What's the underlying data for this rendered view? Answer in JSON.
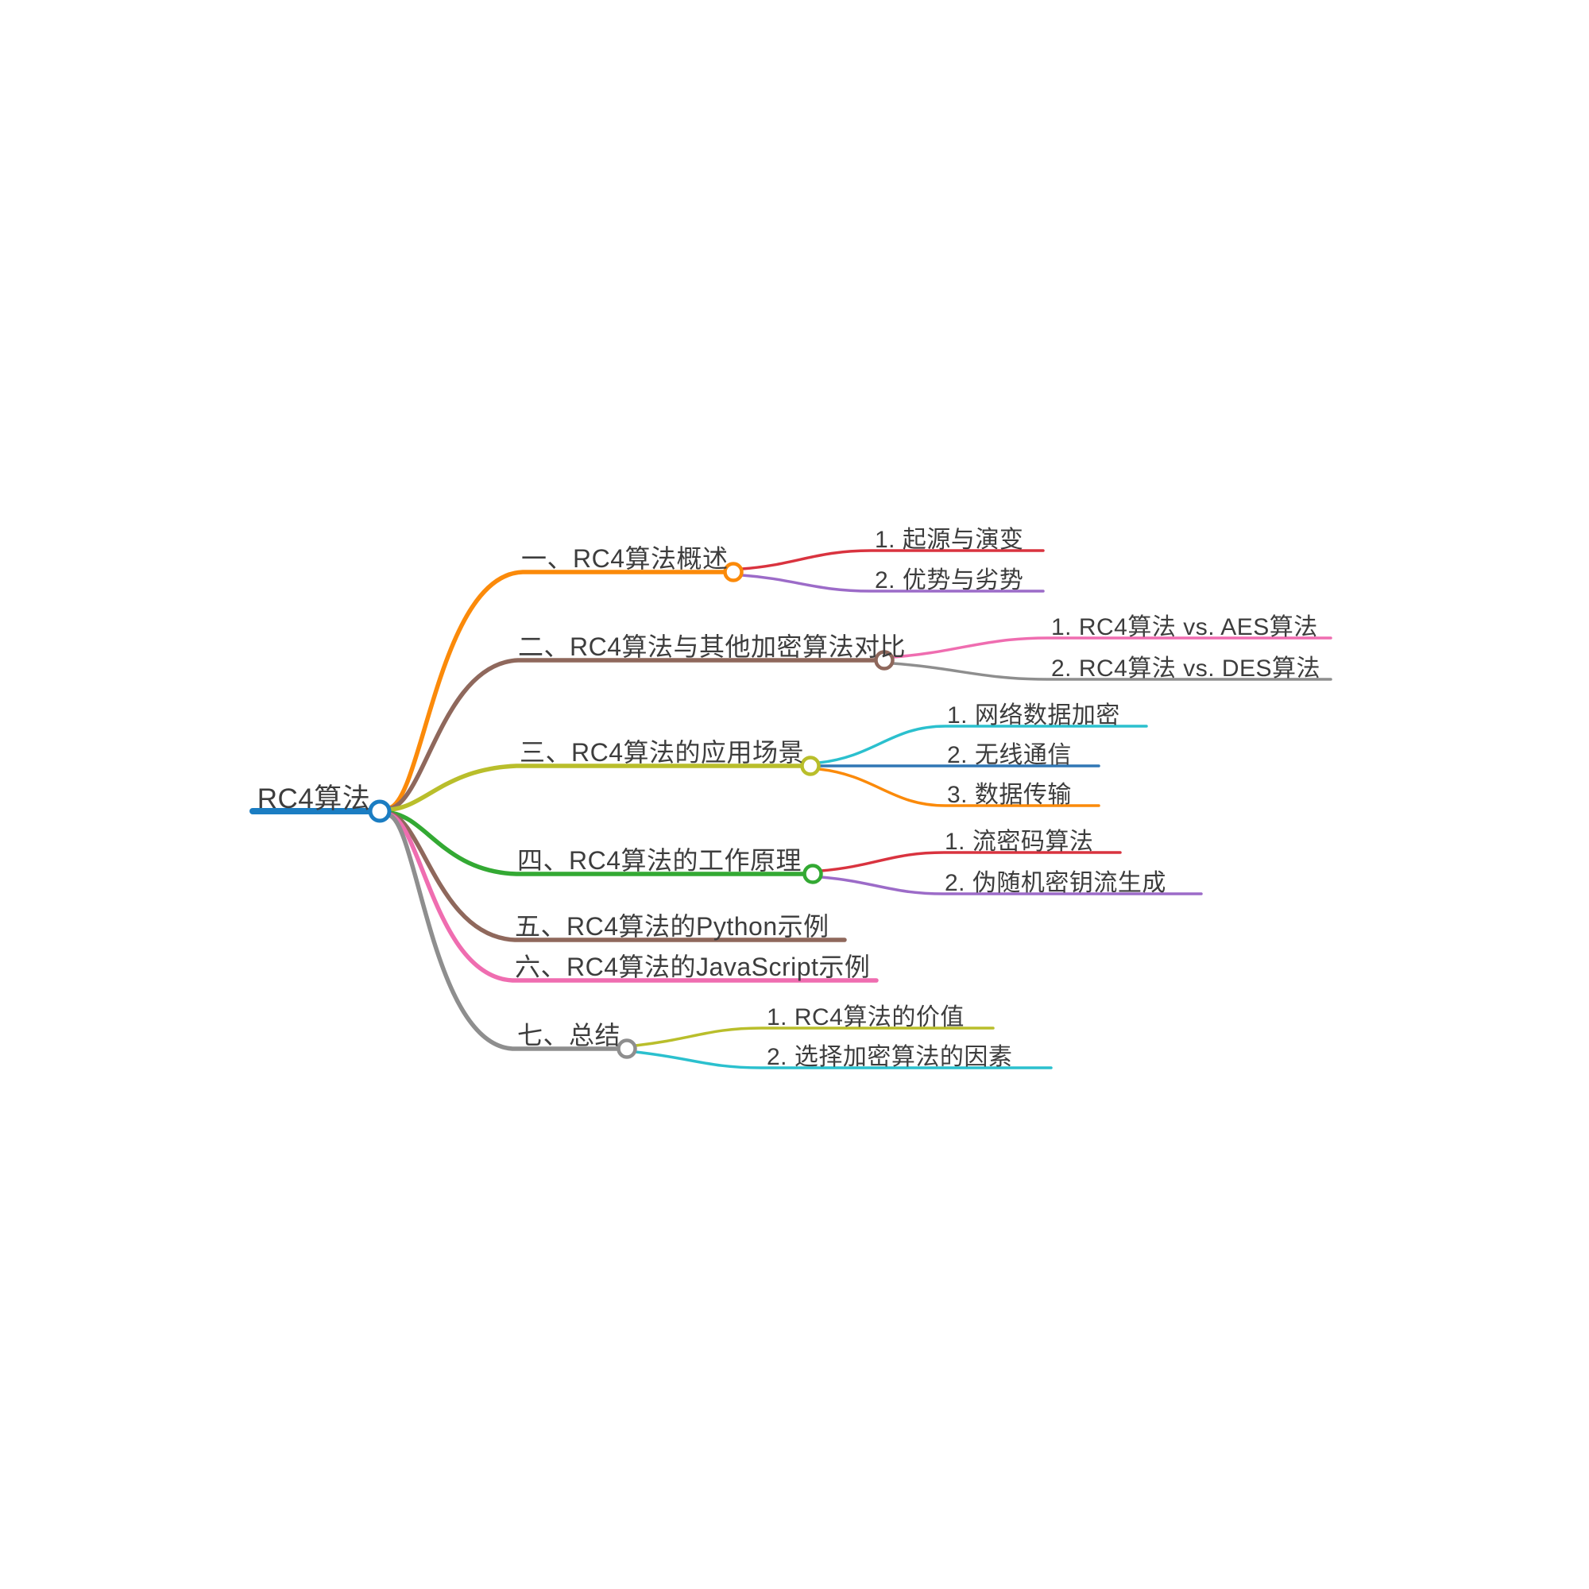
{
  "root": {
    "label": "RC4算法",
    "color": "#1b7dc2"
  },
  "text_color": "#3d3d3d",
  "background_color": "#ffffff",
  "branches": [
    {
      "label": "一、RC4算法概述",
      "color": "#fb8a0a",
      "children": [
        {
          "label": "1. 起源与演变",
          "color": "#d9333f"
        },
        {
          "label": "2. 优势与劣势",
          "color": "#9c6bc8"
        }
      ]
    },
    {
      "label": "二、RC4算法与其他加密算法对比",
      "color": "#8f685c",
      "children": [
        {
          "label": "1. RC4算法 vs. AES算法",
          "color": "#ef6db0"
        },
        {
          "label": "2. RC4算法 vs. DES算法",
          "color": "#8e8e8e"
        }
      ]
    },
    {
      "label": "三、RC4算法的应用场景",
      "color": "#b9be2b",
      "children": [
        {
          "label": "1. 网络数据加密",
          "color": "#2bc0ce"
        },
        {
          "label": "2. 无线通信",
          "color": "#3077b5"
        },
        {
          "label": "3. 数据传输",
          "color": "#fb8a0a"
        }
      ]
    },
    {
      "label": "四、RC4算法的工作原理",
      "color": "#33a933",
      "children": [
        {
          "label": "1. 流密码算法",
          "color": "#d9333f"
        },
        {
          "label": "2. 伪随机密钥流生成",
          "color": "#9c6bc8"
        }
      ]
    },
    {
      "label": "五、RC4算法的Python示例",
      "color": "#8f685c",
      "children": []
    },
    {
      "label": "六、RC4算法的JavaScript示例",
      "color": "#ef6db0",
      "children": []
    },
    {
      "label": "七、总结",
      "color": "#8e8e8e",
      "children": [
        {
          "label": "1. RC4算法的价值",
          "color": "#b9be2b"
        },
        {
          "label": "2. 选择加密算法的因素",
          "color": "#2bc0ce"
        }
      ]
    }
  ]
}
